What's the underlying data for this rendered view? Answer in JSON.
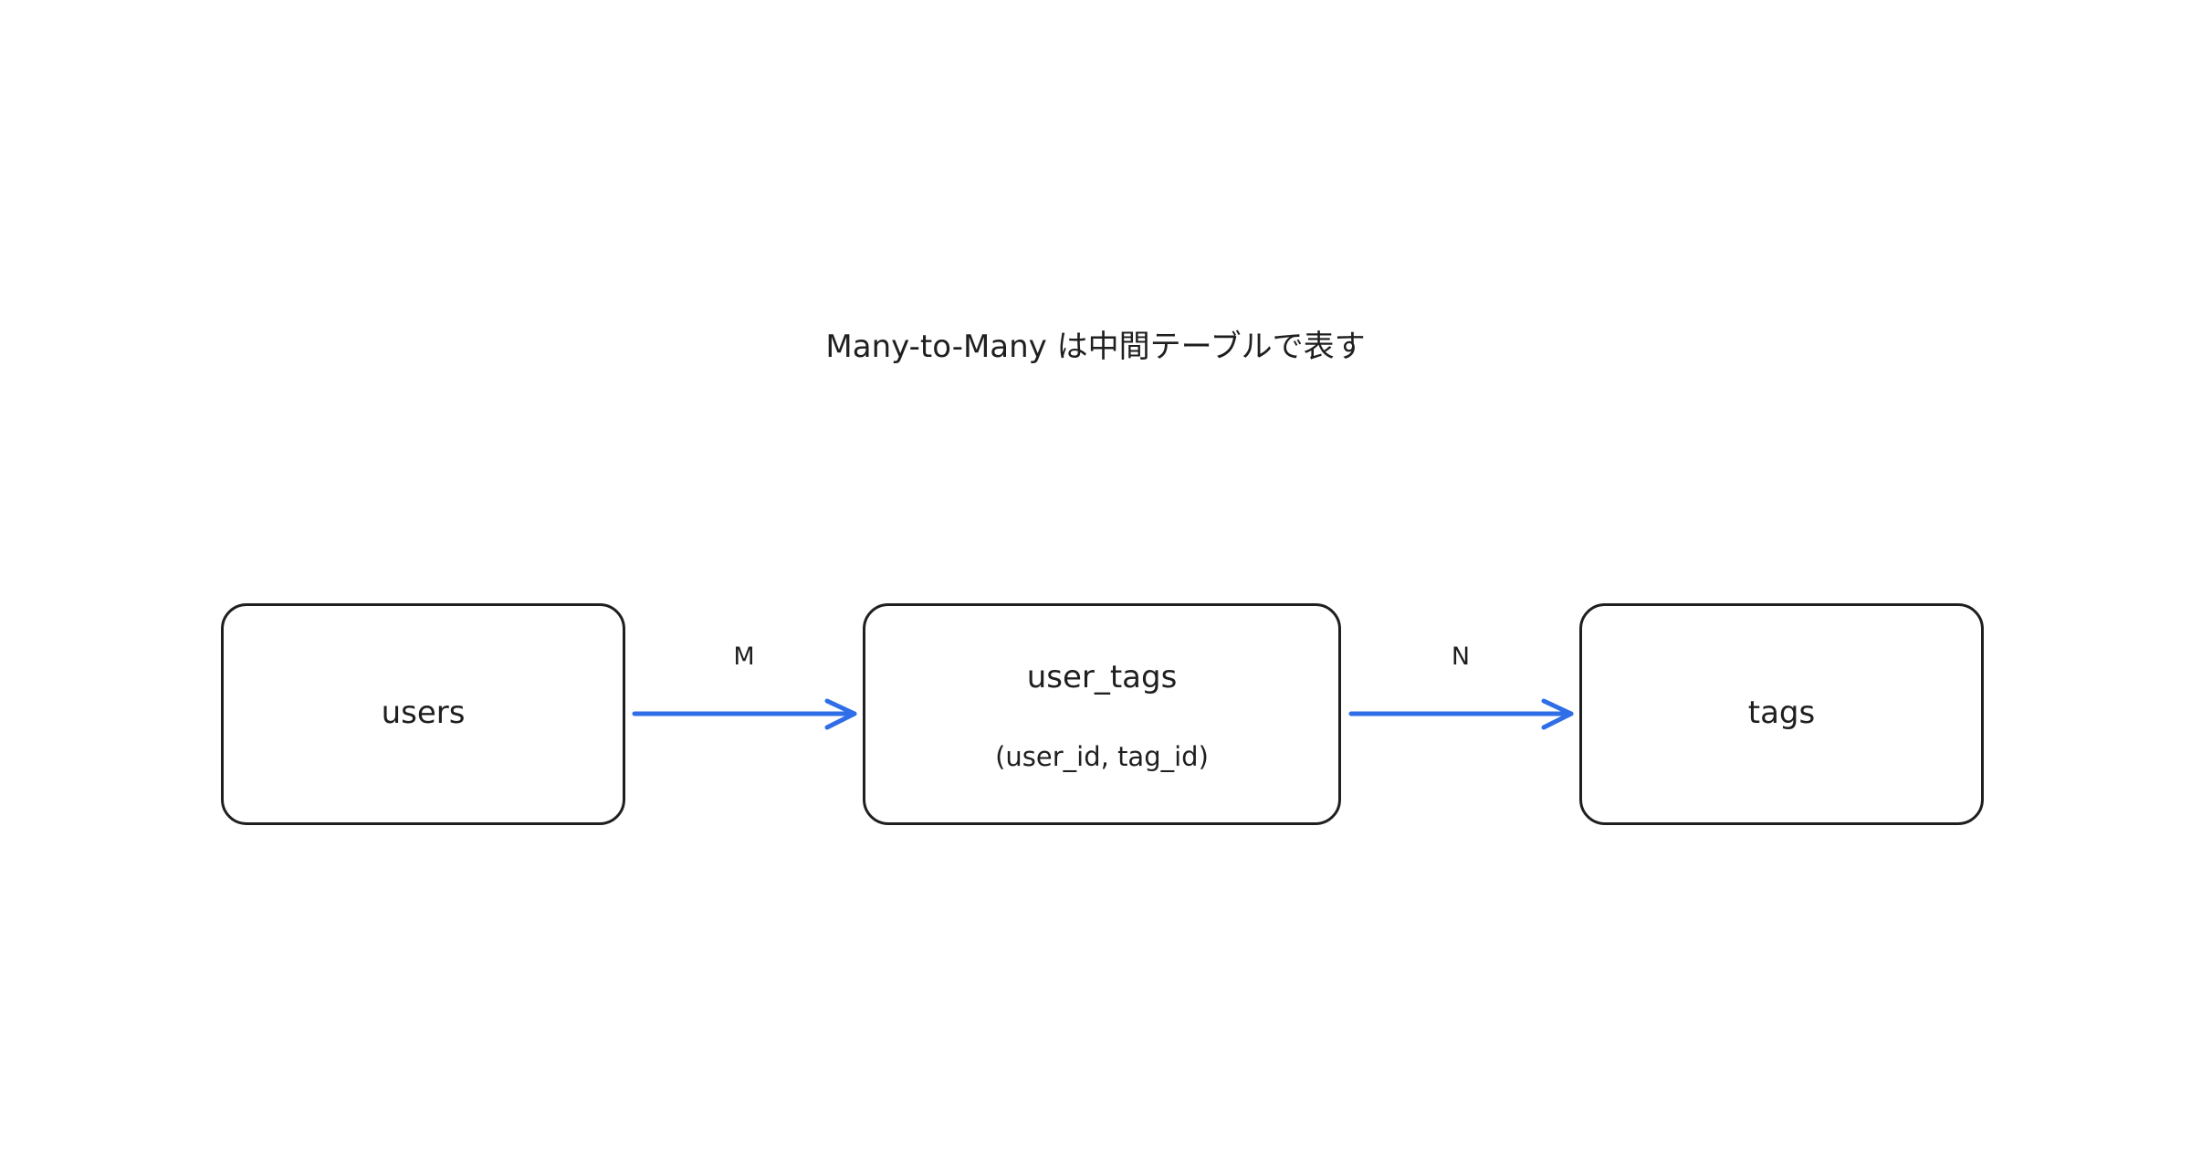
{
  "diagram": {
    "title": "Many-to-Many は中間テーブルで表す",
    "nodes": {
      "users": {
        "label": "users"
      },
      "user_tags": {
        "label": "user_tags",
        "sub": "(user_id, tag_id)"
      },
      "tags": {
        "label": "tags"
      }
    },
    "edges": [
      {
        "from": "users",
        "to": "user_tags",
        "label": "M"
      },
      {
        "from": "user_tags",
        "to": "tags",
        "label": "N"
      }
    ],
    "colors": {
      "arrow": "#2f6ee6",
      "border": "#1f1f1f",
      "text": "#1f1f1f",
      "background": "#ffffff"
    }
  }
}
